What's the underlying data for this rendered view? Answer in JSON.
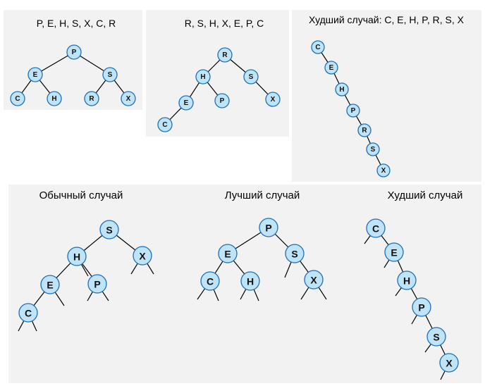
{
  "colors": {
    "panel_bg": "#f2f2f2",
    "node_fill": "#bfe3f7",
    "node_stroke": "#1f6fb5",
    "edge": "#000000"
  },
  "panels": [
    {
      "name": "panel-bst-insert-order-1",
      "title": "P, E, H, S, X, C, R",
      "nodes": [
        "P",
        "E",
        "S",
        "C",
        "H",
        "R",
        "X"
      ]
    },
    {
      "name": "panel-bst-insert-order-2",
      "title": "R, S, H, X, E, P, C",
      "nodes": [
        "R",
        "H",
        "S",
        "E",
        "P",
        "X",
        "C"
      ]
    },
    {
      "name": "panel-bst-worst-order",
      "title": "Худший случай:  C, E, H, P, R, S, X",
      "nodes": [
        "C",
        "E",
        "H",
        "P",
        "R",
        "S",
        "X"
      ]
    },
    {
      "name": "panel-typical-case",
      "title": "Обычный случай",
      "nodes": [
        "S",
        "H",
        "X",
        "E",
        "P",
        "C"
      ]
    },
    {
      "name": "panel-best-case",
      "title": "Лучший случай",
      "nodes": [
        "P",
        "E",
        "S",
        "C",
        "H",
        "X"
      ]
    },
    {
      "name": "panel-worst-case",
      "title": "Худший случай",
      "nodes": [
        "C",
        "E",
        "H",
        "P",
        "S",
        "X"
      ]
    }
  ]
}
